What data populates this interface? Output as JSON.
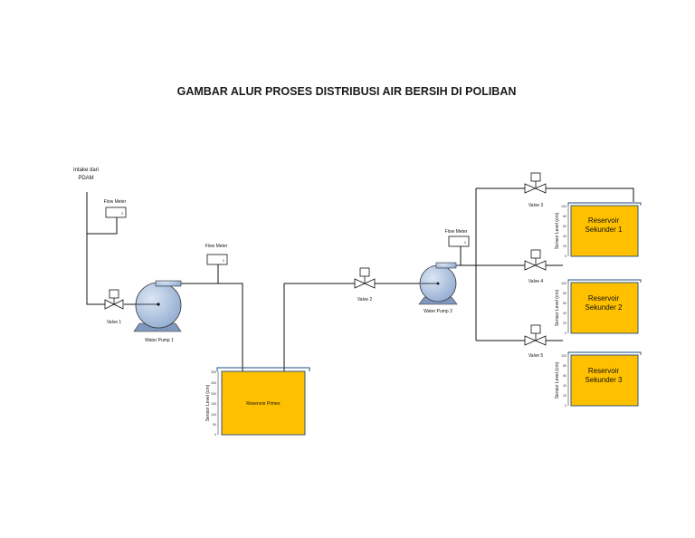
{
  "title": "GAMBAR ALUR PROSES DISTRIBUSI AIR BERSIH DI POLIBAN",
  "intake": {
    "line1": "Intake dari",
    "line2": "PDAM"
  },
  "flow_meters": [
    {
      "label": "Flow Meter"
    },
    {
      "label": "Flow Meter"
    },
    {
      "label": "Flow Meter"
    }
  ],
  "valves": [
    {
      "label": "Valve 1"
    },
    {
      "label": "Valve 2"
    },
    {
      "label": "Valve 3"
    },
    {
      "label": "Valve 4"
    },
    {
      "label": "Valve 5"
    }
  ],
  "pumps": [
    {
      "label": "Water Pump 1"
    },
    {
      "label": "Water Pump 2"
    }
  ],
  "primary_reservoir": {
    "name": "Reservoir Primer",
    "sensor_label": "Sensor Level (cm)",
    "ticks": [
      "300",
      "250",
      "200",
      "150",
      "100",
      "50",
      "0"
    ]
  },
  "secondary_reservoirs": [
    {
      "line1": "Reservoir",
      "line2": "Sekunder 1",
      "sensor_label": "Sensor Level (cm)"
    },
    {
      "line1": "Reservoir",
      "line2": "Sekunder 2",
      "sensor_label": "Sensor Level (cm)"
    },
    {
      "line1": "Reservoir",
      "line2": "Sekunder 3",
      "sensor_label": "Sensor Level (cm)"
    }
  ],
  "secondary_ticks": [
    "100",
    "80",
    "60",
    "40",
    "20",
    "0"
  ],
  "colors": {
    "tank_fill": "#FFC000",
    "pump_fill": "#B4C7E7",
    "frame": "#1F4E79"
  }
}
